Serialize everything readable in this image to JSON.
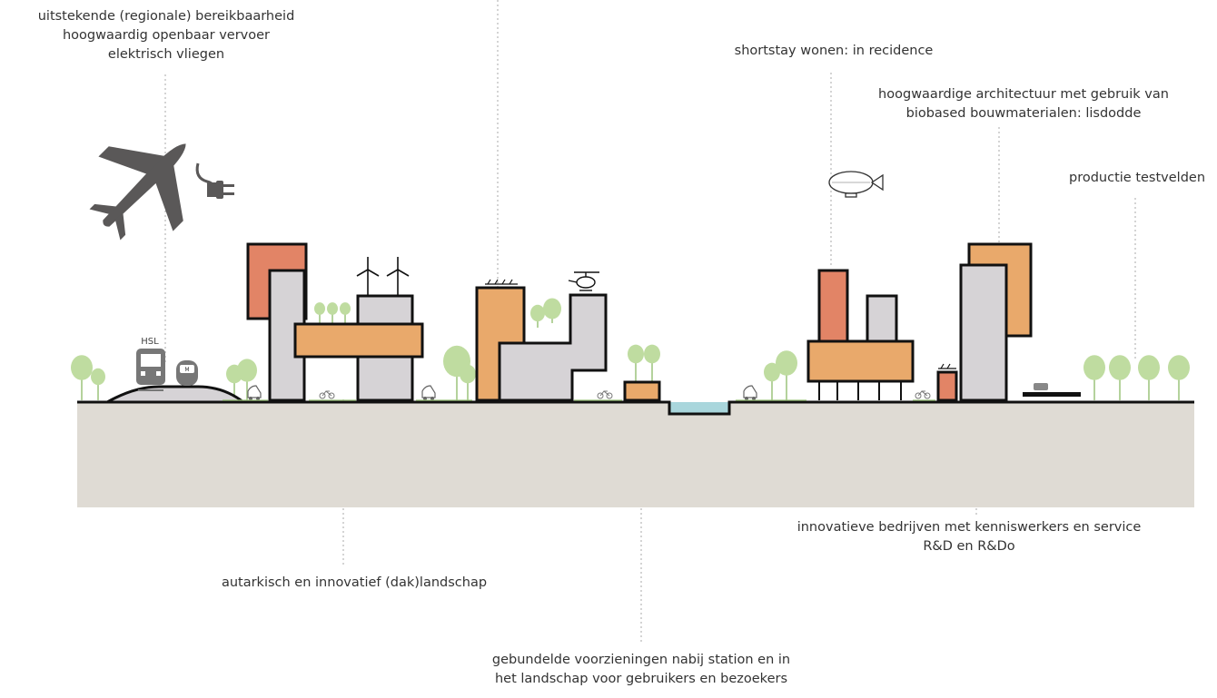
{
  "labels": {
    "top_left": [
      "uitstekende (regionale) bereikbaarheid",
      "hoogwaardig openbaar vervoer",
      "elektrisch vliegen"
    ],
    "shortstay": [
      "shortstay wonen: in recidence"
    ],
    "architecture": [
      "hoogwaardige architectuur met gebruik van",
      "biobased bouwmaterialen: lisdodde"
    ],
    "testvelden": [
      "productie testvelden"
    ],
    "innovative": [
      "innovatieve bedrijven met kenniswerkers en service",
      "R&D en R&Do"
    ],
    "autarkisch": [
      "autarkisch en innovatief (dak)landschap"
    ],
    "gebundelde": [
      "gebundelde voorzieningen nabij station en in",
      "het landschap voor gebruikers en bezoekers"
    ]
  },
  "signs": {
    "train": "HSL"
  },
  "icons": [
    "airplane-icon",
    "electric-plug-icon",
    "train-icon",
    "metro-icon",
    "wind-turbine-icon",
    "helicopter-icon",
    "airship-icon",
    "bicycle-icon",
    "car-icon",
    "solar-panel-icon",
    "tree-icon"
  ],
  "colors": {
    "salmon": "#e28466",
    "orange": "#e9a96b",
    "grey": "#d6d3d6",
    "ground": "#dfdbd4",
    "tree": "#bfdca0",
    "water": "#a9d6dc",
    "outline": "#111111",
    "plane": "#5a5858"
  }
}
